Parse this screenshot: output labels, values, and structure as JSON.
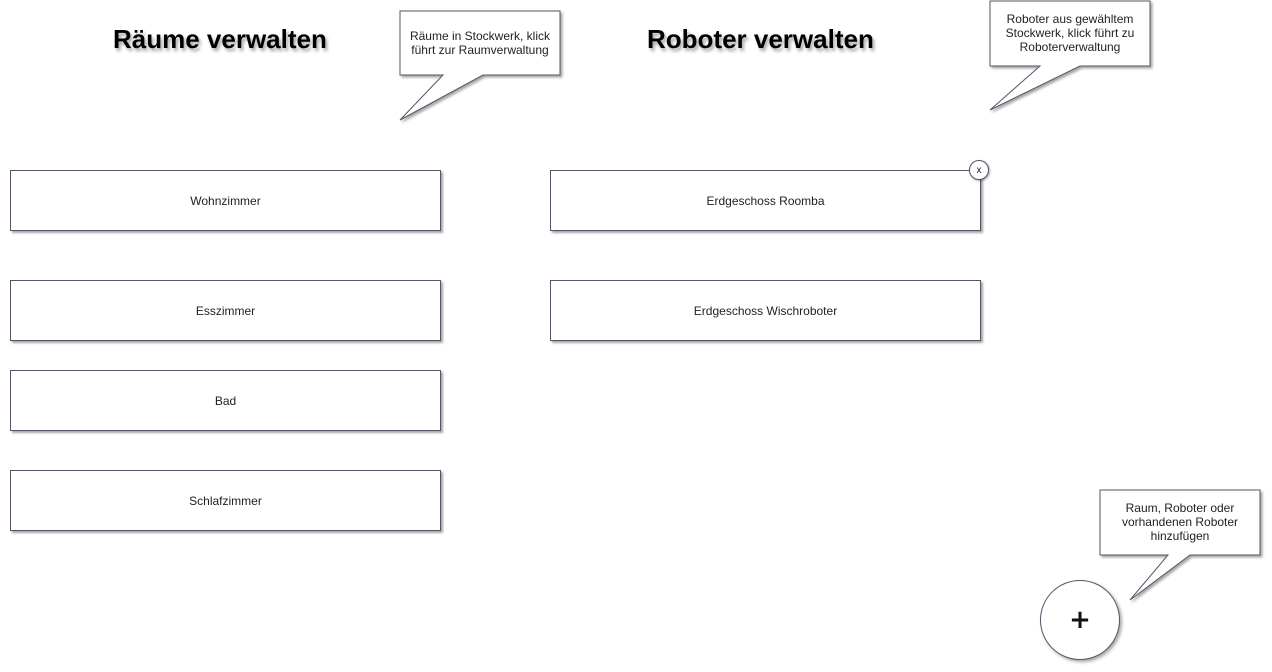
{
  "rooms": {
    "title": "Räume verwalten",
    "items": [
      {
        "label": "Wohnzimmer"
      },
      {
        "label": "Esszimmer"
      },
      {
        "label": "Bad"
      },
      {
        "label": "Schlafzimmer"
      }
    ]
  },
  "robots": {
    "title": "Roboter verwalten",
    "items": [
      {
        "label": "Erdgeschoss Roomba"
      },
      {
        "label": "Erdgeschoss Wischroboter"
      }
    ],
    "remove_label": "x"
  },
  "annotations": {
    "rooms_note": "Räume in Stockwerk, klick führt zur Raumverwaltung",
    "robots_note": "Roboter aus gewähltem Stockwerk, klick führt zu Roboterverwaltung",
    "add_note": "Raum, Roboter oder vorhandenen Roboter hinzufügen"
  },
  "add_button": {
    "icon": "plus-icon",
    "glyph": "+"
  },
  "colors": {
    "border": "#555566",
    "background": "#ffffff",
    "text": "#222222"
  }
}
